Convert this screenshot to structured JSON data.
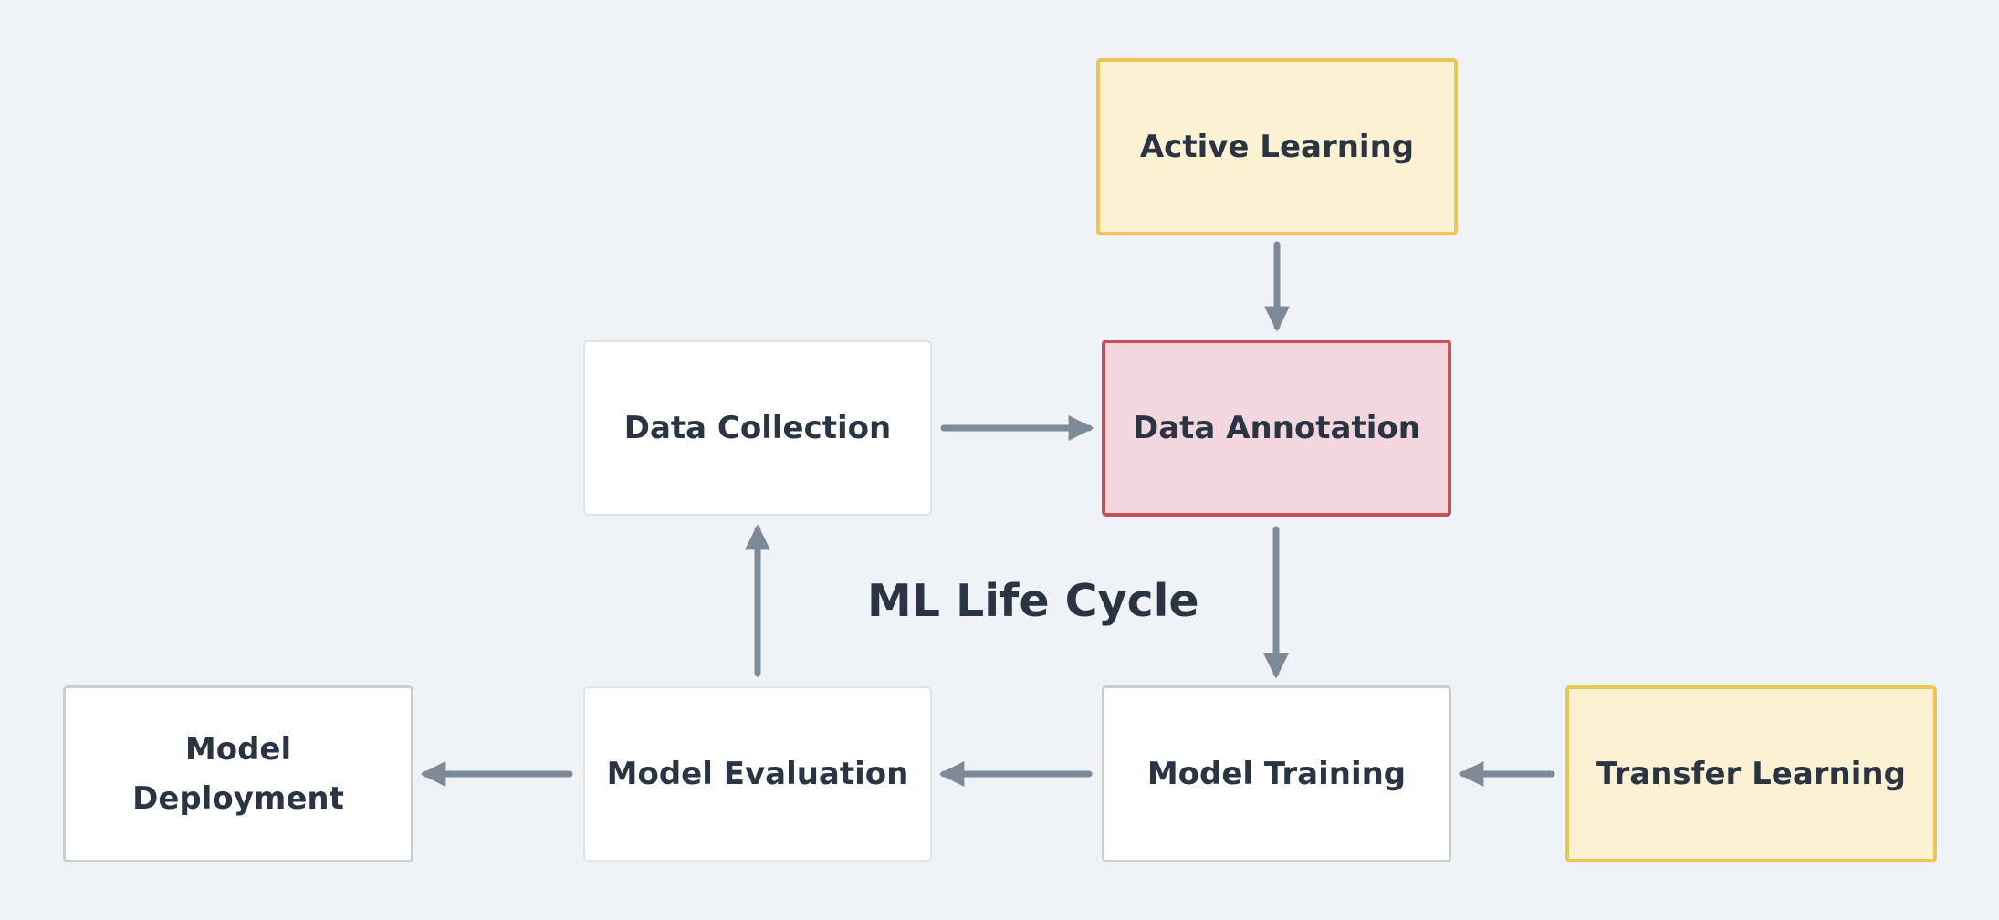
{
  "diagram": {
    "title": "ML Life Cycle",
    "colors": {
      "background": "#eff3f6",
      "arrow": "#7d8a97",
      "text": "#2b3442",
      "highlight_fill": "#faf2d3",
      "highlight_border": "#ecc552",
      "focus_fill": "#f2d8de",
      "focus_border": "#c8505e",
      "plain_border": "#c6ced6"
    },
    "nodes": {
      "active_learning": "Active Learning",
      "data_collection": "Data Collection",
      "data_annotation": "Data Annotation",
      "model_deployment": "Model\nDeployment",
      "model_evaluation": "Model Evaluation",
      "model_training": "Model Training",
      "transfer_learning": "Transfer Learning"
    },
    "edges": [
      {
        "from": "active_learning",
        "to": "data_annotation"
      },
      {
        "from": "data_collection",
        "to": "data_annotation"
      },
      {
        "from": "data_annotation",
        "to": "model_training"
      },
      {
        "from": "transfer_learning",
        "to": "model_training"
      },
      {
        "from": "model_training",
        "to": "model_evaluation"
      },
      {
        "from": "model_evaluation",
        "to": "data_collection"
      },
      {
        "from": "model_evaluation",
        "to": "model_deployment"
      }
    ]
  }
}
